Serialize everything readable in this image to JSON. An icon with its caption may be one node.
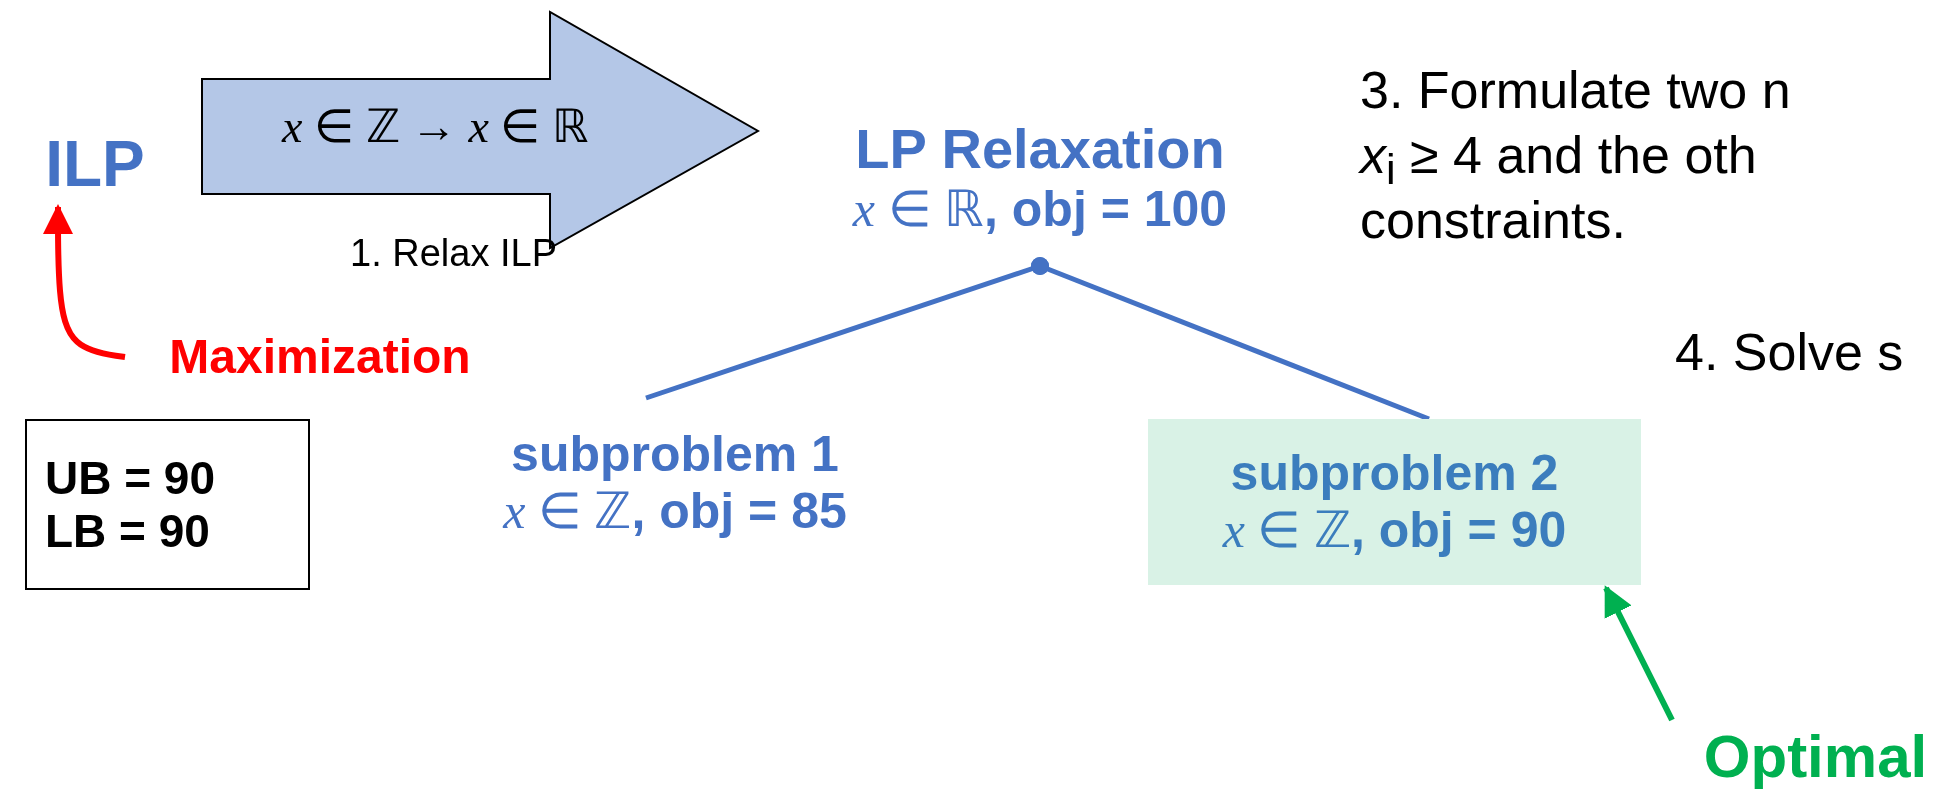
{
  "diagram": {
    "nodes": [
      {
        "text": [
          "ILP"
        ]
      },
      {
        "text": [
          "*x* ∈ ℤ → *x* ∈ ℝ"
        ],
        "beside": [
          "1. Relax ILP"
        ]
      },
      {
        "text": [
          "LP Relaxation",
          "*x* ∈ ℝ**, obj = 100**"
        ]
      },
      {
        "text": [
          "subproblem 1",
          "*x* ∈ ℤ**, obj = 85**"
        ]
      },
      {
        "text": [
          "subproblem 2",
          "*x* ∈ ℤ**, obj = 90**"
        ]
      },
      {
        "text": [
          "UB = 90",
          "LB = 90"
        ]
      },
      {
        "text": [
          "Maximization"
        ]
      },
      {
        "text": [
          "Optimal"
        ]
      }
    ],
    "edges": [
      {
        "from": 2,
        "to": 3,
        "arrow": "other"
      },
      {
        "from": 2,
        "to": 4,
        "arrow": "other"
      },
      {
        "from": 6,
        "to": 0,
        "arrow": "to",
        "color": "#ff0000"
      },
      {
        "from": 7,
        "to": 4,
        "arrow": "to",
        "color": "#00b050"
      }
    ],
    "labels": [
      "3. Formulate two n",
      "*x*$_{i}$ ≥ 4 and the oth",
      "constraints.",
      "4. Solve s"
    ]
  }
}
